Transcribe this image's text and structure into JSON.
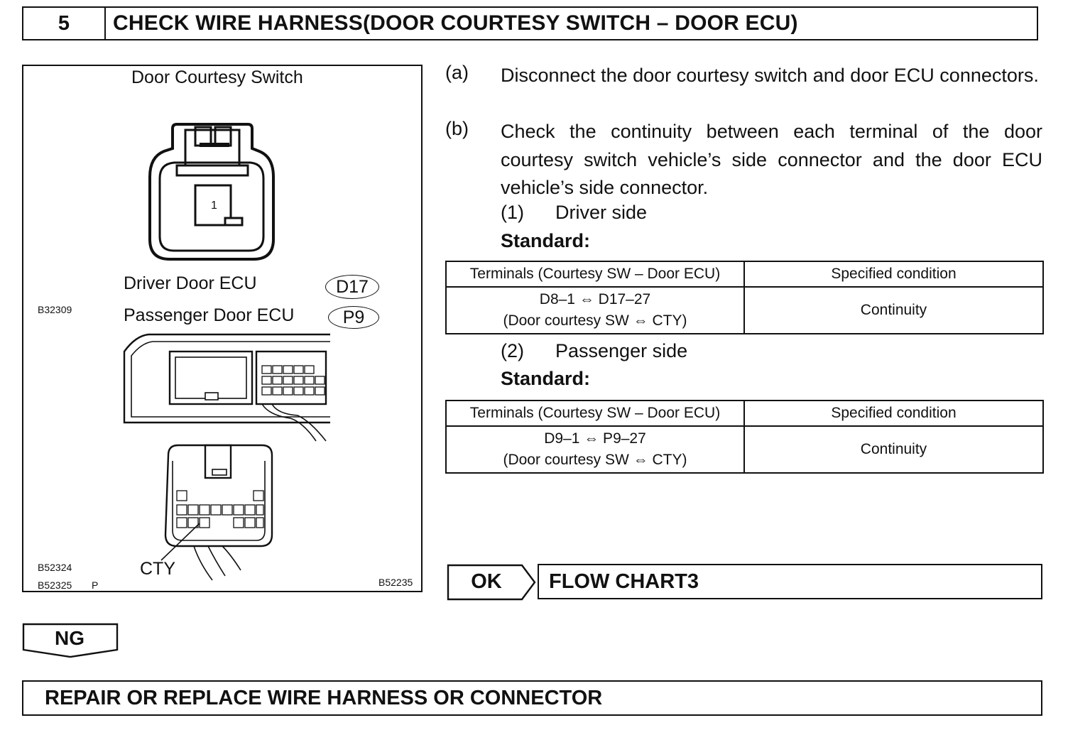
{
  "header": {
    "step_number": "5",
    "title": "CHECK WIRE HARNESS(DOOR COURTESY SWITCH – DOOR ECU)"
  },
  "figure": {
    "courtesy_switch_label": "Door Courtesy Switch",
    "terminal_number": "1",
    "driver_ecu_label": "Driver Door ECU",
    "driver_ecu_code": "D17",
    "passenger_ecu_label": "Passenger Door ECU",
    "passenger_ecu_code": "P9",
    "cty_label": "CTY",
    "ref_b32309": "B32309",
    "ref_b52324": "B52324",
    "ref_b52325": "B52325",
    "ref_p": "P",
    "ref_b52235": "B52235"
  },
  "instructions": {
    "a_label": "(a)",
    "a_text": "Disconnect the door courtesy switch and door ECU connectors.",
    "b_label": "(b)",
    "b_text": "Check the continuity between each terminal of the door courtesy switch vehicle’s side connector and the door ECU vehicle’s side connector.",
    "driver": {
      "label": "(1)",
      "text": "Driver side",
      "standard_label": "Standard:",
      "table": {
        "headers": [
          "Terminals (Courtesy SW – Door ECU)",
          "Specified condition"
        ],
        "terminal_line1": "D8–1 ⇔ D17–27",
        "terminal_line2": "(Door courtesy SW ⇔ CTY)",
        "condition": "Continuity"
      }
    },
    "passenger": {
      "label": "(2)",
      "text": "Passenger side",
      "standard_label": "Standard:",
      "table": {
        "headers": [
          "Terminals (Courtesy SW – Door ECU)",
          "Specified condition"
        ],
        "terminal_line1": "D9–1 ⇔ P9–27",
        "terminal_line2": "(Door courtesy SW ⇔ CTY)",
        "condition": "Continuity"
      }
    }
  },
  "flow": {
    "ok_label": "OK",
    "ok_target": "FLOW CHART3",
    "ng_label": "NG",
    "ng_target": "REPAIR OR REPLACE WIRE HARNESS OR CONNECTOR"
  }
}
